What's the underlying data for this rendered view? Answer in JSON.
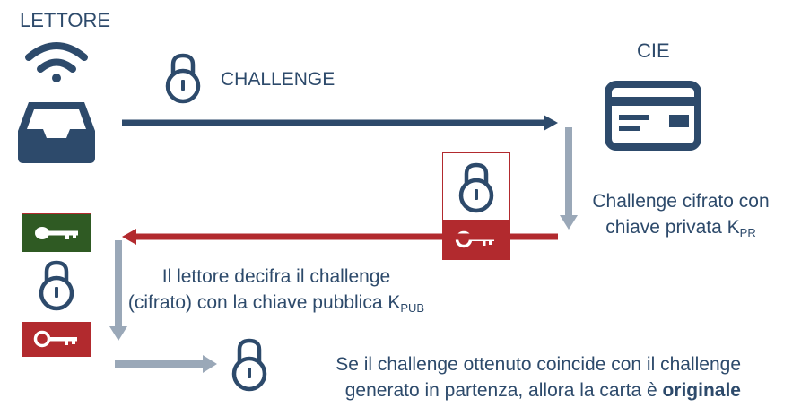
{
  "reader": {
    "label": "LETTORE"
  },
  "card": {
    "label": "CIE"
  },
  "steps": {
    "challenge": {
      "label": "CHALLENGE"
    },
    "encrypted": {
      "line1": "Challenge cifrato con",
      "line2_prefix": "chiave privata K",
      "line2_sub": "PR"
    },
    "decrypt": {
      "line1": "Il lettore decifra il challenge",
      "line2_prefix": "(cifrato) con la chiave pubblica K",
      "line2_sub": "PUB"
    },
    "verify": {
      "line1": "Se il challenge  ottenuto coincide con il challenge",
      "line2_prefix": "generato in partenza, allora la carta è ",
      "line2_bold": "originale"
    }
  },
  "colors": {
    "navy": "#2d4a6b",
    "red": "#b22a2e",
    "green": "#2f5a23",
    "gray": "#9aa8b8"
  },
  "icons": {
    "reader": "wifi-inbox-icon",
    "card": "credit-card-icon",
    "lock": "padlock-icon",
    "key": "key-icon"
  }
}
